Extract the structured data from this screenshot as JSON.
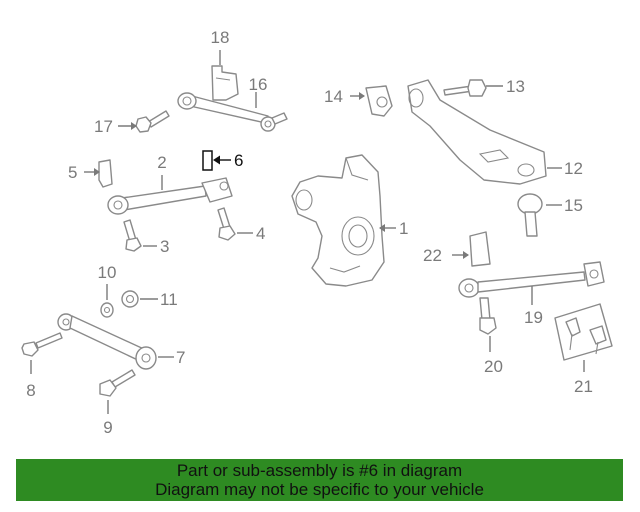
{
  "callouts": {
    "c1": "1",
    "c2": "2",
    "c3": "3",
    "c4": "4",
    "c5": "5",
    "c6": "6",
    "c7": "7",
    "c8": "8",
    "c9": "9",
    "c10": "10",
    "c11": "11",
    "c12": "12",
    "c13": "13",
    "c14": "14",
    "c15": "15",
    "c16": "16",
    "c17": "17",
    "c18": "18",
    "c19": "19",
    "c20": "20",
    "c21": "21",
    "c22": "22"
  },
  "highlighted_part": "6",
  "banner": {
    "line1": "Part or sub-assembly is #6 in diagram",
    "line2": "Diagram may not be specific to your vehicle"
  },
  "colors": {
    "banner_bg": "#2e8b22",
    "line_art": "#8a8a8a",
    "highlight": "#111111"
  }
}
